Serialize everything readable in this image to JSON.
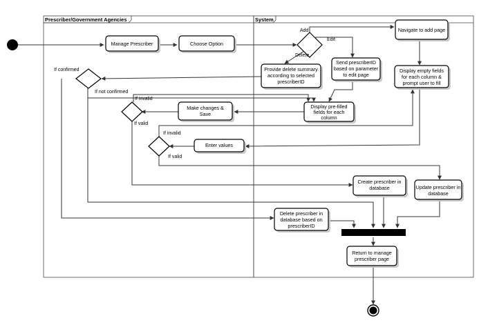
{
  "lanes": {
    "left_title": "Prescriber/Government Agencies",
    "right_title": "System"
  },
  "activities": {
    "manage": [
      "Manage Prescriber"
    ],
    "choose": [
      "Choose Option"
    ],
    "navigate_add": [
      "Navigate to add page"
    ],
    "send_id": [
      "Send prescriberID",
      "based on parameter",
      "to edit page"
    ],
    "delete_summary": [
      "Provide delete summary",
      "according to selected",
      "prescriberID"
    ],
    "display_empty": [
      "Display empty fields",
      "for each column &",
      "prompt user to fill"
    ],
    "display_prefilled": [
      "Display pre-filled",
      "fields for each",
      "column"
    ],
    "make_changes": [
      "Make changes &",
      "Save"
    ],
    "enter_values": [
      "Enter values"
    ],
    "create": [
      "Create prescriber in",
      "database"
    ],
    "update": [
      "Update prescriber in",
      "database"
    ],
    "delete_db": [
      "Delete prescriber in",
      "database based on",
      "prescriberID"
    ],
    "return": [
      "Return to manage",
      "prescriber page"
    ]
  },
  "labels": {
    "add": "Add",
    "edit": "Edit",
    "delete": "Delete",
    "if_confirmed": "If confirmed",
    "if_not_confirmed": "If not confirmed",
    "if_invalid_1": "If invalid",
    "if_valid_1": "If valid",
    "if_invalid_2": "If invalid",
    "if_valid_2": "If valid"
  }
}
